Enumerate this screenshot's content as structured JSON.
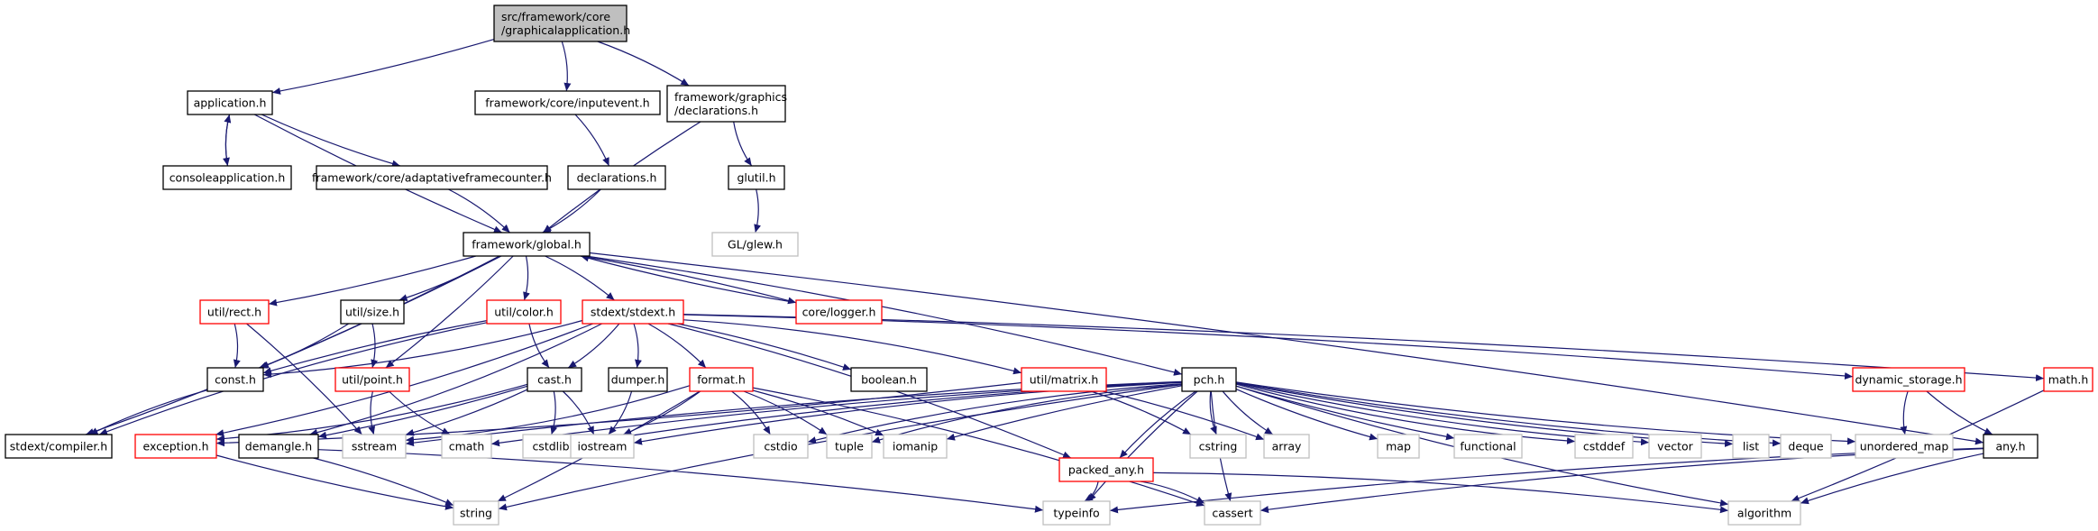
{
  "colors": {
    "edge": "#191970",
    "border_normal": "#000000",
    "border_red": "#ff0000",
    "border_system": "#bfbfbf",
    "root_fill": "#bfbfbf",
    "text": "#000000"
  },
  "nodes": {
    "root": {
      "lines": [
        "src/framework/core",
        "/graphicalapplication.h"
      ],
      "style": "root"
    },
    "application": {
      "lines": [
        "application.h"
      ],
      "style": "normal"
    },
    "inputevent": {
      "lines": [
        "framework/core/inputevent.h"
      ],
      "style": "normal"
    },
    "gdeclarations": {
      "lines": [
        "framework/graphics",
        "/declarations.h"
      ],
      "style": "normal"
    },
    "consoleapp": {
      "lines": [
        "consoleapplication.h"
      ],
      "style": "normal"
    },
    "adaptive": {
      "lines": [
        "framework/core/adaptativeframecounter.h"
      ],
      "style": "normal"
    },
    "declarations": {
      "lines": [
        "declarations.h"
      ],
      "style": "normal"
    },
    "glutil": {
      "lines": [
        "glutil.h"
      ],
      "style": "normal"
    },
    "glew": {
      "lines": [
        "GL/glew.h"
      ],
      "style": "system"
    },
    "global": {
      "lines": [
        "framework/global.h"
      ],
      "style": "normal"
    },
    "rect": {
      "lines": [
        "util/rect.h"
      ],
      "style": "red"
    },
    "size": {
      "lines": [
        "util/size.h"
      ],
      "style": "normal"
    },
    "color": {
      "lines": [
        "util/color.h"
      ],
      "style": "red"
    },
    "stdext": {
      "lines": [
        "stdext/stdext.h"
      ],
      "style": "red"
    },
    "logger": {
      "lines": [
        "core/logger.h"
      ],
      "style": "red"
    },
    "const": {
      "lines": [
        "const.h"
      ],
      "style": "normal"
    },
    "point": {
      "lines": [
        "util/point.h"
      ],
      "style": "red"
    },
    "cast": {
      "lines": [
        "cast.h"
      ],
      "style": "normal"
    },
    "dumper": {
      "lines": [
        "dumper.h"
      ],
      "style": "normal"
    },
    "format": {
      "lines": [
        "format.h"
      ],
      "style": "red"
    },
    "boolean": {
      "lines": [
        "boolean.h"
      ],
      "style": "normal"
    },
    "matrix": {
      "lines": [
        "util/matrix.h"
      ],
      "style": "red"
    },
    "pch": {
      "lines": [
        "pch.h"
      ],
      "style": "normal"
    },
    "dynamic": {
      "lines": [
        "dynamic_storage.h"
      ],
      "style": "red"
    },
    "math": {
      "lines": [
        "math.h"
      ],
      "style": "red"
    },
    "compiler": {
      "lines": [
        "stdext/compiler.h"
      ],
      "style": "normal"
    },
    "exception": {
      "lines": [
        "exception.h"
      ],
      "style": "red"
    },
    "demangle": {
      "lines": [
        "demangle.h"
      ],
      "style": "normal"
    },
    "sstream": {
      "lines": [
        "sstream"
      ],
      "style": "system"
    },
    "cmath": {
      "lines": [
        "cmath"
      ],
      "style": "system"
    },
    "cstdlib": {
      "lines": [
        "cstdlib"
      ],
      "style": "system"
    },
    "iostream": {
      "lines": [
        "iostream"
      ],
      "style": "system"
    },
    "cstdio": {
      "lines": [
        "cstdio"
      ],
      "style": "system"
    },
    "tuple": {
      "lines": [
        "tuple"
      ],
      "style": "system"
    },
    "iomanip": {
      "lines": [
        "iomanip"
      ],
      "style": "system"
    },
    "packed": {
      "lines": [
        "packed_any.h"
      ],
      "style": "red"
    },
    "cstring": {
      "lines": [
        "cstring"
      ],
      "style": "system"
    },
    "array": {
      "lines": [
        "array"
      ],
      "style": "system"
    },
    "map": {
      "lines": [
        "map"
      ],
      "style": "system"
    },
    "functional": {
      "lines": [
        "functional"
      ],
      "style": "system"
    },
    "cstddef": {
      "lines": [
        "cstddef"
      ],
      "style": "system"
    },
    "vector": {
      "lines": [
        "vector"
      ],
      "style": "system"
    },
    "list": {
      "lines": [
        "list"
      ],
      "style": "system"
    },
    "deque": {
      "lines": [
        "deque"
      ],
      "style": "system"
    },
    "unordered_map": {
      "lines": [
        "unordered_map"
      ],
      "style": "system"
    },
    "any": {
      "lines": [
        "any.h"
      ],
      "style": "normal"
    },
    "string": {
      "lines": [
        "string"
      ],
      "style": "system"
    },
    "typeinfo": {
      "lines": [
        "typeinfo"
      ],
      "style": "system"
    },
    "cassert": {
      "lines": [
        "cassert"
      ],
      "style": "system"
    },
    "algorithm": {
      "lines": [
        "algorithm"
      ],
      "style": "system"
    }
  },
  "edges": [
    [
      "root",
      "application"
    ],
    [
      "root",
      "inputevent"
    ],
    [
      "root",
      "gdeclarations"
    ],
    [
      "application",
      "consoleapp"
    ],
    [
      "consoleapp",
      "application"
    ],
    [
      "application",
      "adaptive"
    ],
    [
      "application",
      "global"
    ],
    [
      "inputevent",
      "declarations"
    ],
    [
      "gdeclarations",
      "global"
    ],
    [
      "gdeclarations",
      "glutil"
    ],
    [
      "glutil",
      "glew"
    ],
    [
      "adaptive",
      "global"
    ],
    [
      "declarations",
      "global"
    ],
    [
      "global",
      "rect"
    ],
    [
      "global",
      "size"
    ],
    [
      "global",
      "color"
    ],
    [
      "global",
      "stdext"
    ],
    [
      "global",
      "logger"
    ],
    [
      "logger",
      "global"
    ],
    [
      "global",
      "const"
    ],
    [
      "global",
      "point"
    ],
    [
      "global",
      "compiler"
    ],
    [
      "global",
      "pch"
    ],
    [
      "global",
      "any"
    ],
    [
      "rect",
      "const"
    ],
    [
      "rect",
      "sstream"
    ],
    [
      "size",
      "const"
    ],
    [
      "size",
      "point"
    ],
    [
      "color",
      "const"
    ],
    [
      "color",
      "cast"
    ],
    [
      "color",
      "compiler"
    ],
    [
      "stdext",
      "const"
    ],
    [
      "stdext",
      "cast"
    ],
    [
      "stdext",
      "dumper"
    ],
    [
      "stdext",
      "format"
    ],
    [
      "stdext",
      "boolean"
    ],
    [
      "stdext",
      "matrix"
    ],
    [
      "stdext",
      "dynamic"
    ],
    [
      "stdext",
      "math"
    ],
    [
      "stdext",
      "packed"
    ],
    [
      "stdext",
      "exception"
    ],
    [
      "stdext",
      "demangle"
    ],
    [
      "const",
      "compiler"
    ],
    [
      "point",
      "cmath"
    ],
    [
      "point",
      "sstream"
    ],
    [
      "cast",
      "exception"
    ],
    [
      "cast",
      "demangle"
    ],
    [
      "cast",
      "sstream"
    ],
    [
      "cast",
      "cstdlib"
    ],
    [
      "cast",
      "iostream"
    ],
    [
      "dumper",
      "iostream"
    ],
    [
      "format",
      "sstream"
    ],
    [
      "format",
      "iostream"
    ],
    [
      "format",
      "cstdio"
    ],
    [
      "format",
      "tuple"
    ],
    [
      "format",
      "iomanip"
    ],
    [
      "format",
      "string"
    ],
    [
      "format",
      "cassert"
    ],
    [
      "matrix",
      "exception"
    ],
    [
      "matrix",
      "cstring"
    ],
    [
      "matrix",
      "array"
    ],
    [
      "pch",
      "sstream"
    ],
    [
      "pch",
      "cmath"
    ],
    [
      "pch",
      "cstdlib"
    ],
    [
      "pch",
      "iostream"
    ],
    [
      "pch",
      "cstdio"
    ],
    [
      "pch",
      "tuple"
    ],
    [
      "pch",
      "iomanip"
    ],
    [
      "pch",
      "cstring"
    ],
    [
      "pch",
      "array"
    ],
    [
      "pch",
      "map"
    ],
    [
      "pch",
      "functional"
    ],
    [
      "pch",
      "cstddef"
    ],
    [
      "pch",
      "vector"
    ],
    [
      "pch",
      "list"
    ],
    [
      "pch",
      "deque"
    ],
    [
      "pch",
      "unordered_map"
    ],
    [
      "pch",
      "string"
    ],
    [
      "pch",
      "typeinfo"
    ],
    [
      "pch",
      "cassert"
    ],
    [
      "pch",
      "algorithm"
    ],
    [
      "pch",
      "packed"
    ],
    [
      "dynamic",
      "any"
    ],
    [
      "dynamic",
      "unordered_map"
    ],
    [
      "math",
      "algorithm"
    ],
    [
      "exception",
      "string"
    ],
    [
      "demangle",
      "string"
    ],
    [
      "demangle",
      "typeinfo"
    ],
    [
      "packed",
      "typeinfo"
    ],
    [
      "packed",
      "cassert"
    ],
    [
      "packed",
      "algorithm"
    ],
    [
      "any",
      "typeinfo"
    ],
    [
      "any",
      "cassert"
    ],
    [
      "any",
      "algorithm"
    ]
  ]
}
